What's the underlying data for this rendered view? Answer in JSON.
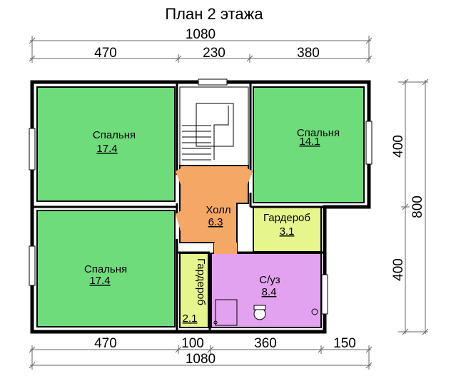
{
  "title": "План 2 этажа",
  "colors": {
    "bedroom": "#6fdc7c",
    "hall": "#f5a866",
    "wardrobe": "#e6f58c",
    "bathroom": "#e3a2ef",
    "wall": "#000000",
    "dimension_line": "#666666"
  },
  "dimensions": {
    "top_total": "1080",
    "top_left": "470",
    "top_mid": "230",
    "top_right": "380",
    "bottom_left": "470",
    "bottom_mid1": "100",
    "bottom_mid2": "360",
    "bottom_right": "150",
    "bottom_total": "1080",
    "right_upper": "400",
    "right_lower": "400",
    "right_total": "800"
  },
  "rooms": {
    "bedroom_top_left": {
      "name": "Спальня",
      "area": "17.4"
    },
    "bedroom_top_right": {
      "name": "Спальня",
      "area": "14.1"
    },
    "bedroom_bottom_left": {
      "name": "Спальня",
      "area": "17.4"
    },
    "hall": {
      "name": "Холл",
      "area": "6.3"
    },
    "wardrobe_right": {
      "name": "Гардероб",
      "area": "3.1"
    },
    "wardrobe_left": {
      "name": "Гардероб",
      "area": "2.1"
    },
    "bathroom": {
      "name": "С/уз",
      "area": "8.4"
    }
  }
}
